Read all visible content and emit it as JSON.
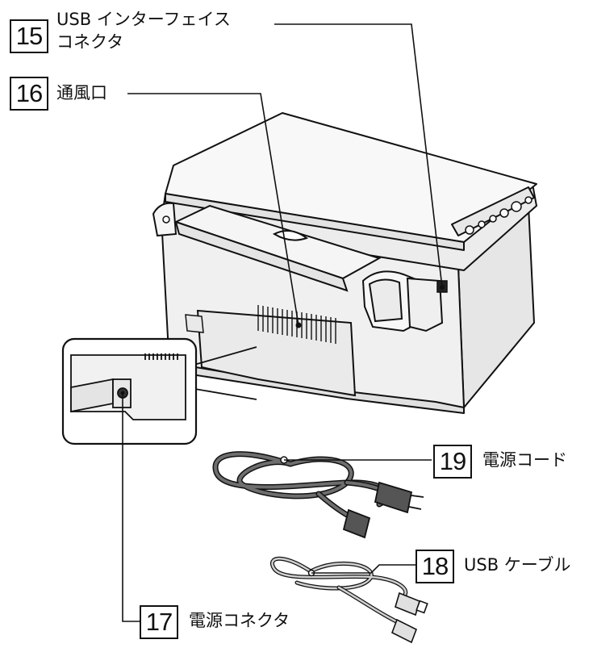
{
  "callouts": {
    "c15": {
      "number": "15",
      "line1": "USB インターフェイス",
      "line2": "コネクタ"
    },
    "c16": {
      "number": "16",
      "text": "通風口"
    },
    "c17": {
      "number": "17",
      "text": "電源コネクタ"
    },
    "c18": {
      "number": "18",
      "text": "USB ケーブル"
    },
    "c19": {
      "number": "19",
      "text": "電源コード"
    }
  },
  "colors": {
    "ink": "#111111",
    "body_fill": "#f3f3f3",
    "shade": "#d9d9d9",
    "cord": "#6e6e6e",
    "usb_cable": "#bdbdbd"
  }
}
